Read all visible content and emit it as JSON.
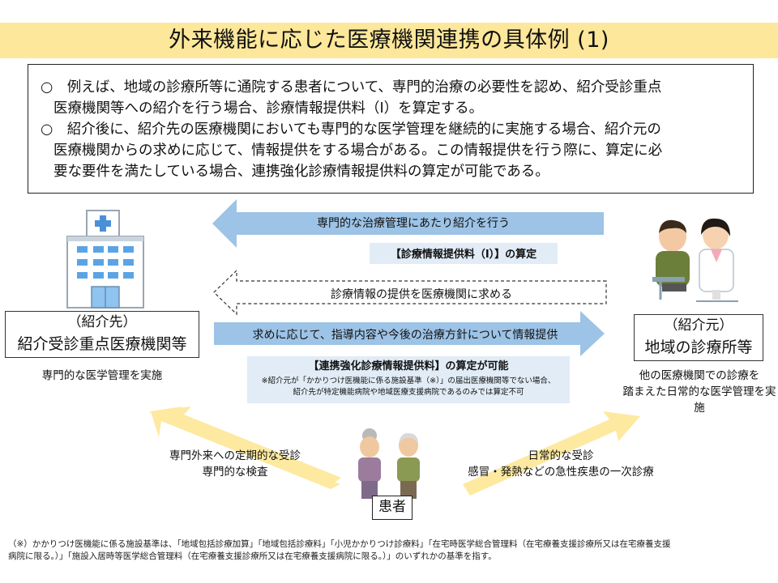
{
  "title": "外来機能に応じた医療機関連携の具体例 (1)",
  "summary": {
    "lines": [
      "○　例えば、地域の診療所等に通院する患者について、専門的治療の必要性を認め、紹介受診重点",
      "医療機関等への紹介を行う場合、診療情報提供料（Ⅰ）を算定する。",
      "○　紹介後に、紹介先の医療機関においても専門的な医学管理を継続的に実施する場合、紹介元の",
      "医療機関からの求めに応じて、情報提供をする場合がある。この情報提供を行う際に、算定に必",
      "要な要件を満たしている場合、連携強化診療情報提供料の算定が可能である。"
    ]
  },
  "left_facility": {
    "paren_label": "（紹介先）",
    "name": "紹介受診重点医療機関等",
    "note": "専門的な医学管理を実施"
  },
  "right_facility": {
    "paren_label": "（紹介元）",
    "name": "地域の診療所等",
    "note_line1": "他の医療機関での診療を",
    "note_line2": "踏まえた日常的な医学管理を実施"
  },
  "arrows": {
    "referral": "専門的な治療管理にあたり紹介を行う",
    "request": "診療情報の提供を医療機関に求める",
    "provide": "求めに応じて、指導内容や今後の治療方針について情報提供"
  },
  "fee_box_1": "【診療情報提供料（Ⅰ）】の算定",
  "fee_box_2": {
    "title": "【連携強化診療情報提供料】の算定が可能",
    "note_line1": "※紹介元が「かかりつけ医機能に係る施設基準（※）」の届出医療機関等でない場合、",
    "note_line2": "紹介先が特定機能病院や地域医療支援病院であるのみでは算定不可"
  },
  "patient_left": {
    "line1": "専門外来への定期的な受診",
    "line2": "専門的な検査"
  },
  "patient_right": {
    "line1": "日常的な受診",
    "line2": "感冒・発熱などの急性疾患の一次診療"
  },
  "patient_label": "患者",
  "footnote": {
    "line1": "（※）かかりつけ医機能に係る施設基準は、「地域包括診療加算」「地域包括診療料」「小児かかりつけ診療料」「在宅時医学総合管理料（在宅療養支援診療所又は在宅療養支援",
    "line2": "病院に限る。）」「施設入居時等医学総合管理料（在宅療養支援診療所又は在宅療養支援病院に限る。）」のいずれかの基準を指す。"
  },
  "colors": {
    "title_bg": "#fde79a",
    "arrow_blue": "#9dc3e6",
    "fee_box_bg": "#e1ecf6",
    "arrow_yellow": "#fde9a0"
  }
}
